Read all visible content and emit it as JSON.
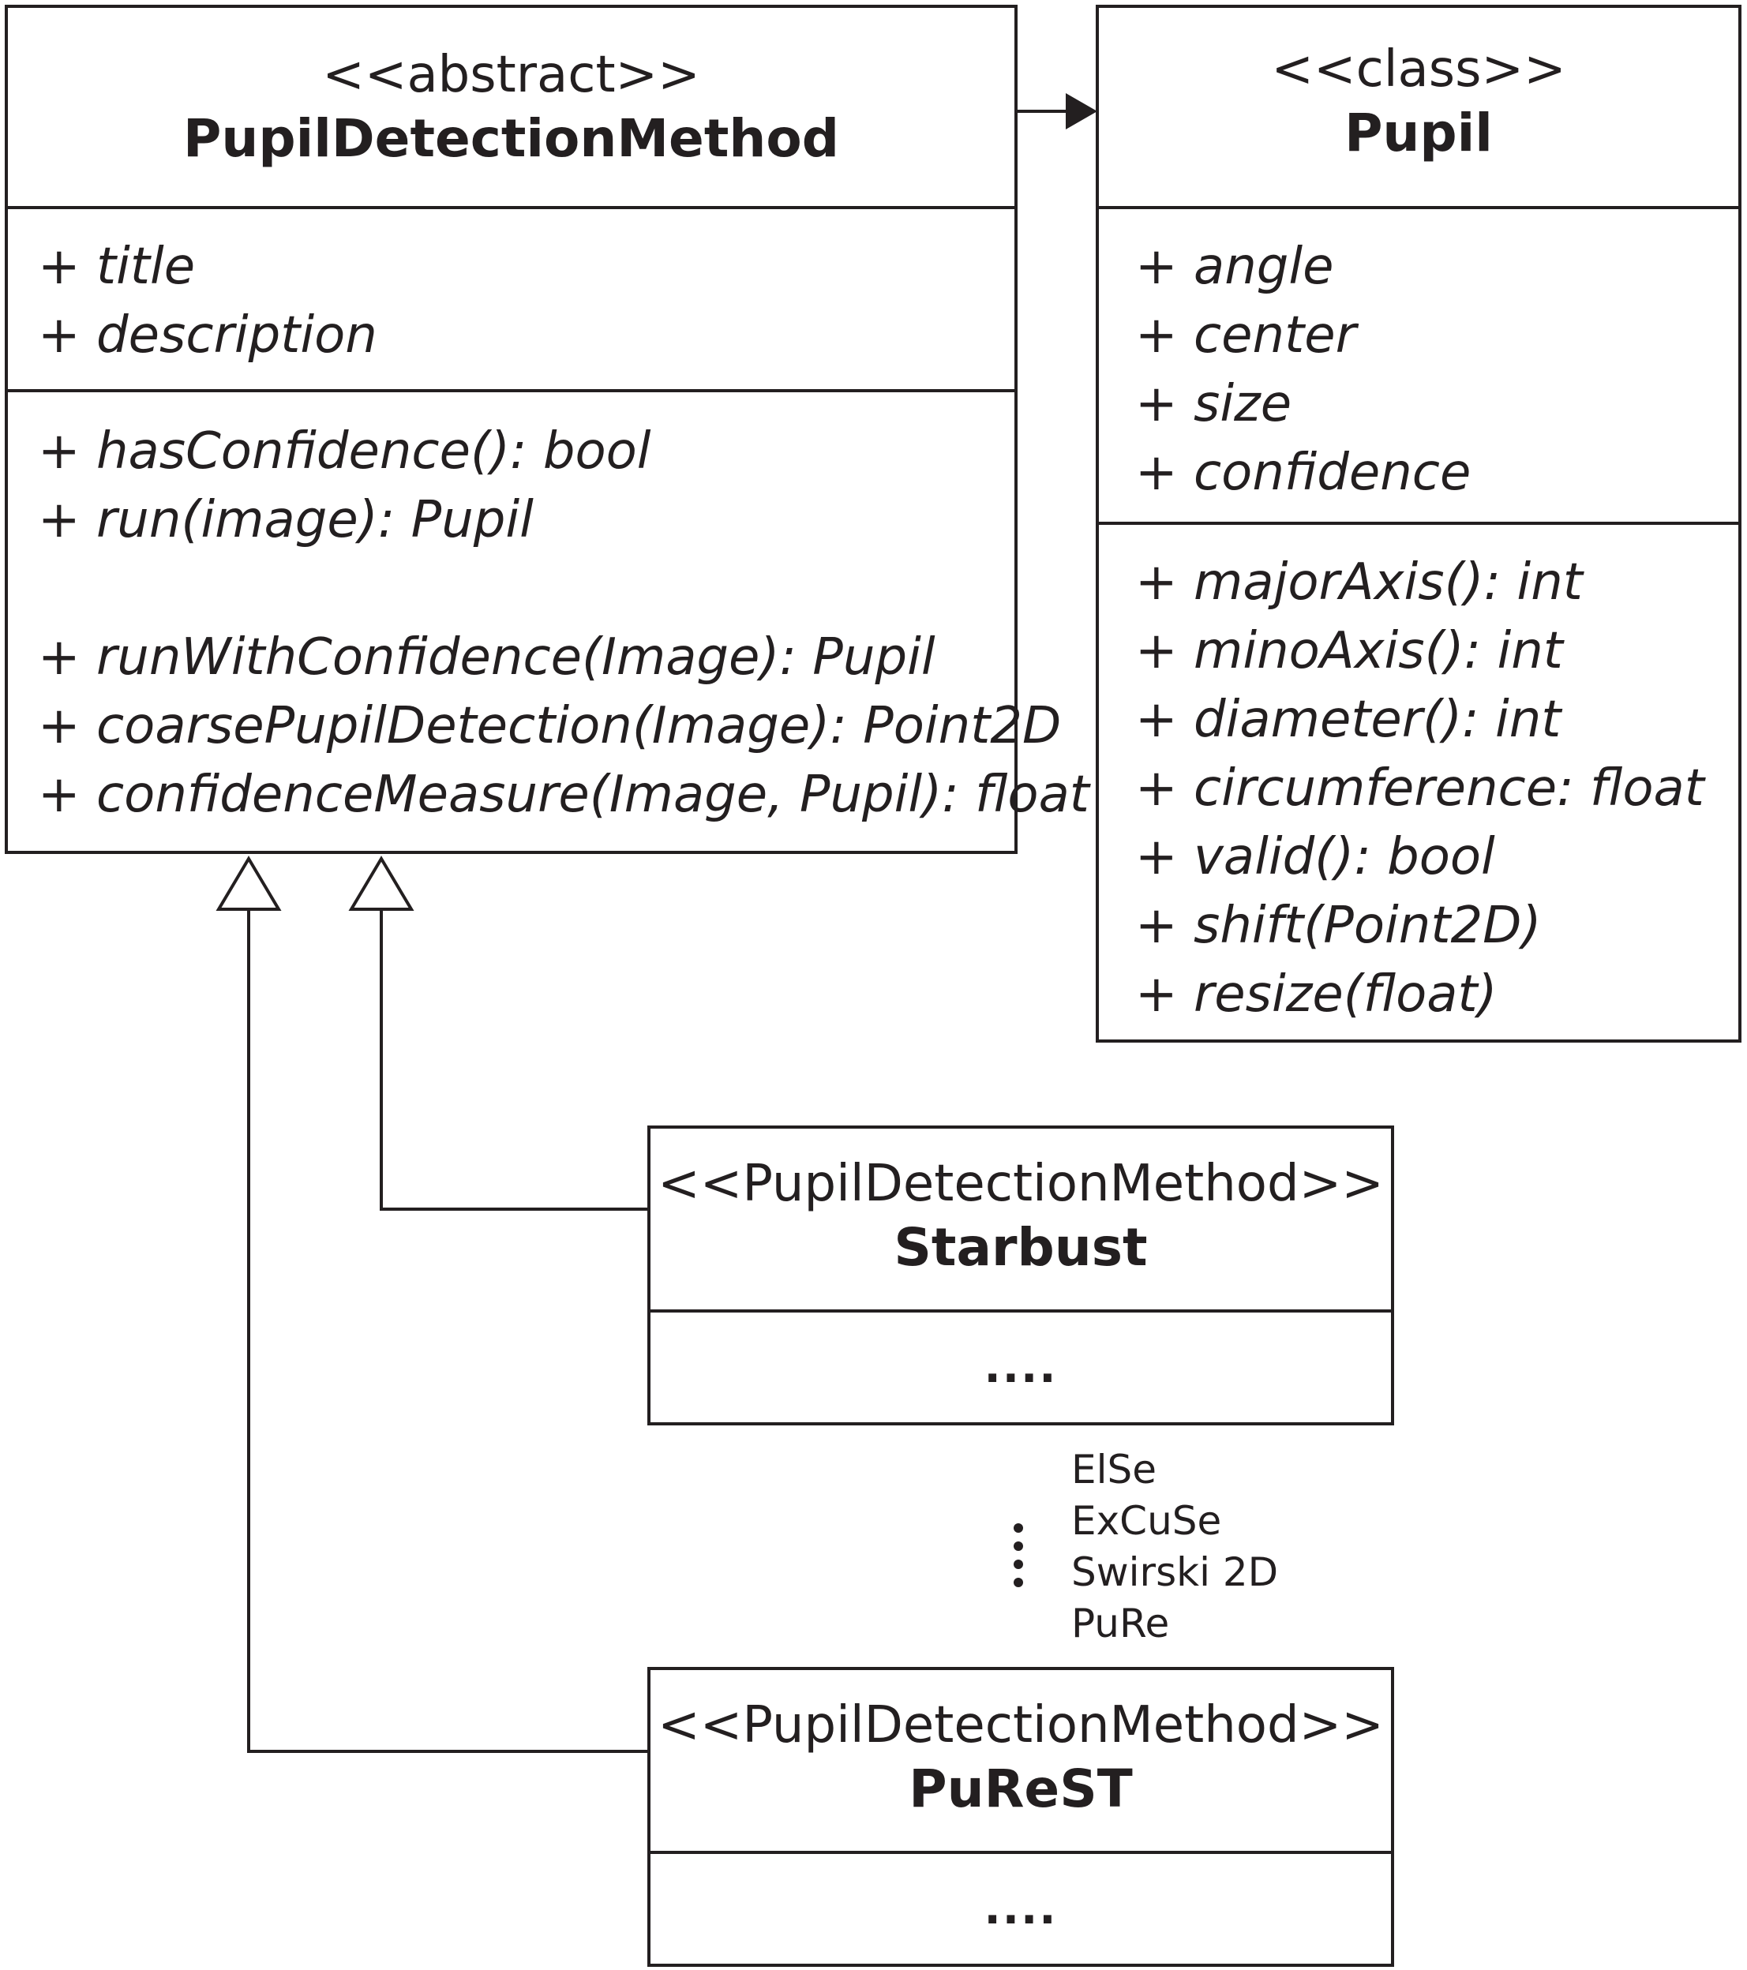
{
  "pdm": {
    "stereotype": "<<abstract>>",
    "name": "PupilDetectionMethod",
    "attributes": [
      "+ title",
      "+ description"
    ],
    "methods_a": [
      "+ hasConfidence(): bool",
      "+ run(image): Pupil"
    ],
    "methods_b": [
      "+ runWithConfidence(Image): Pupil",
      "+ coarsePupilDetection(Image): Point2D",
      "+ confidenceMeasure(Image, Pupil): float"
    ]
  },
  "pupil": {
    "stereotype": "<<class>>",
    "name": "Pupil",
    "attributes": [
      "+ angle",
      "+ center",
      "+ size",
      "+ confidence"
    ],
    "methods": [
      "+ majorAxis(): int",
      "+ minoAxis(): int",
      "+ diameter(): int",
      "+ circumference: float",
      "+ valid(): bool",
      "+ shift(Point2D)",
      "+ resize(float)"
    ]
  },
  "starbust": {
    "stereotype": "<<PupilDetectionMethod>>",
    "name": "Starbust",
    "body": "...."
  },
  "purest": {
    "stereotype": "<<PupilDetectionMethod>>",
    "name": "PuReST",
    "body": "...."
  },
  "other_methods": [
    "ElSe",
    "ExCuSe",
    "Swirski 2D",
    "PuRe"
  ],
  "colors": {
    "line": "#231f20",
    "background": "#ffffff"
  }
}
